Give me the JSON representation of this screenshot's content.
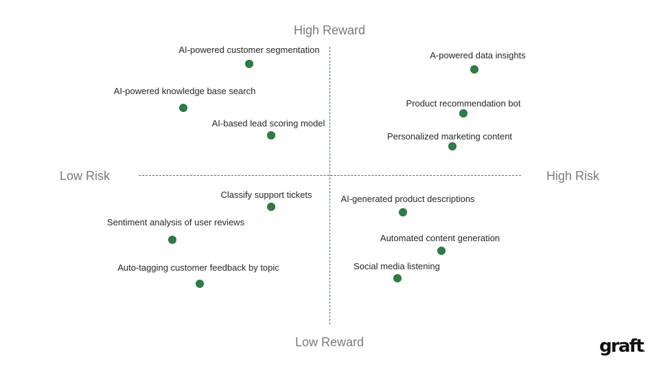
{
  "axes": {
    "top": "High Reward",
    "bottom": "Low Reward",
    "left": "Low Risk",
    "right": "High Risk"
  },
  "items": [
    {
      "label": "AI-powered customer segmentation"
    },
    {
      "label": "AI-powered knowledge base search"
    },
    {
      "label": "AI-based lead scoring model"
    },
    {
      "label": "A-powered data insights"
    },
    {
      "label": "Product recommendation bot"
    },
    {
      "label": "Personalized marketing content"
    },
    {
      "label": "Classify support tickets"
    },
    {
      "label": "Sentiment analysis of user reviews"
    },
    {
      "label": "Auto-tagging customer feedback by topic"
    },
    {
      "label": "AI-generated product descriptions"
    },
    {
      "label": "Automated content generation"
    },
    {
      "label": "Social media listening"
    }
  ],
  "logo": {
    "text": "graft",
    "mark": "."
  },
  "colors": {
    "accent": "#2f7d45",
    "axis_text": "#7a7a7a",
    "item_text": "#262626"
  }
}
